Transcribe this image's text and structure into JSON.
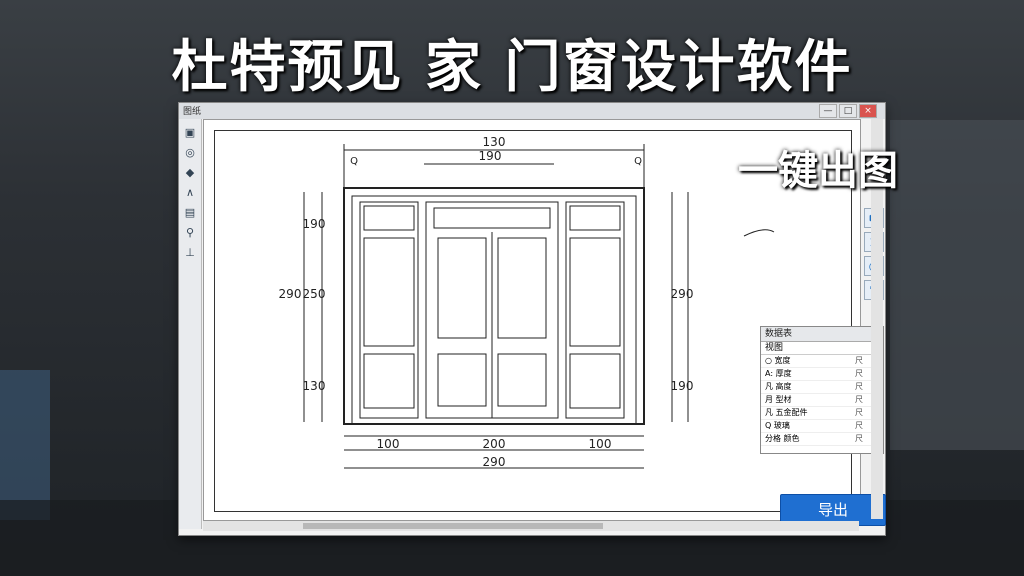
{
  "title": "杜特预见 家 门窗设计软件",
  "subtitle": "一键出图",
  "window": {
    "title": "图纸",
    "buttons": {
      "minimize": "—",
      "maximize": "□",
      "close": "×"
    }
  },
  "dimensions": {
    "top_outer": "130",
    "top_inner": "190",
    "left_top": "190",
    "left_mid": "250",
    "left_bottom": "130",
    "left_total": "290",
    "right_total": "290",
    "right_bottom": "190",
    "bottom_left": "100",
    "bottom_mid": "200",
    "bottom_right": "100",
    "bottom_total": "290",
    "corner_a": "Q",
    "corner_b": "Q"
  },
  "properties_panel": {
    "title": "数据表",
    "close": "×",
    "header": "视图",
    "rows": [
      {
        "label": "○ 宽度",
        "value": "尺"
      },
      {
        "label": "A: 厚度",
        "value": "尺"
      },
      {
        "label": "凡 高度",
        "value": "尺"
      },
      {
        "label": "月 型材",
        "value": "尺"
      },
      {
        "label": "凡 五金配件",
        "value": "尺"
      },
      {
        "label": "Q 玻璃",
        "value": "尺"
      },
      {
        "label": "分格 颜色",
        "value": "尺"
      }
    ]
  },
  "export_button": "导出",
  "colors": {
    "accent": "#1f6fd1",
    "title": "#ffffff"
  }
}
